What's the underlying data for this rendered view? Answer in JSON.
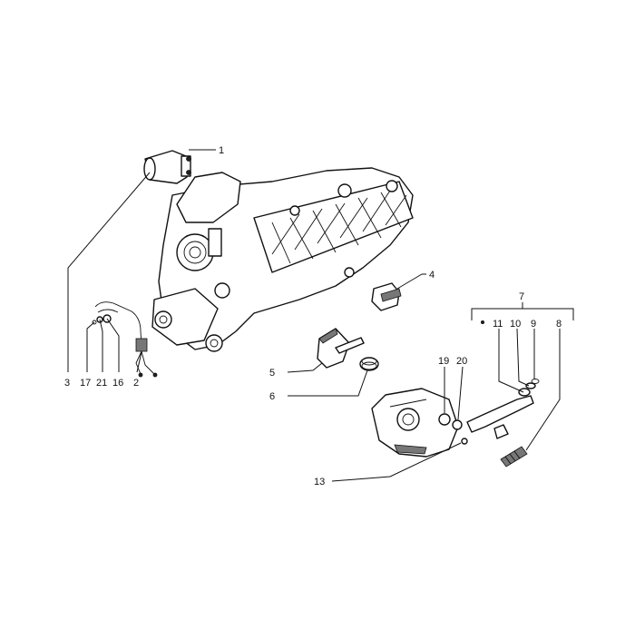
{
  "labels": {
    "p1": "1",
    "p2": "2",
    "p3": "3",
    "p4": "4",
    "p5": "5",
    "p6": "6",
    "p7": "7",
    "p8": "8",
    "p9": "9",
    "p10": "10",
    "p11": "11",
    "p13": "13",
    "p16": "16",
    "p17": "17",
    "p19": "19",
    "p20": "20",
    "p21": "21"
  }
}
